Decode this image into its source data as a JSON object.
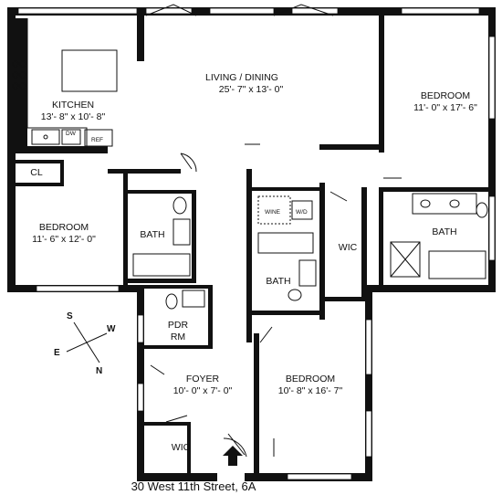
{
  "address": "30 West 11th Street, 6A",
  "rooms": {
    "living": {
      "name": "LIVING / DINING",
      "dims": "25'- 7\" x 13'- 0\""
    },
    "kitchen": {
      "name": "KITCHEN",
      "dims": "13'- 8\" x 10'- 8\""
    },
    "bedroom_ne": {
      "name": "BEDROOM",
      "dims": "11'- 0\" x 17'- 6\""
    },
    "bedroom_w": {
      "name": "BEDROOM",
      "dims": "11'- 6\" x 12'- 0\""
    },
    "bedroom_s": {
      "name": "BEDROOM",
      "dims": "10'- 8\" x 16'- 7\""
    },
    "foyer": {
      "name": "FOYER",
      "dims": "10'- 0\" x 7'- 0\""
    },
    "closet": {
      "name": "CL"
    },
    "bath_w": {
      "name": "BATH"
    },
    "bath_c": {
      "name": "BATH"
    },
    "bath_e": {
      "name": "BATH"
    },
    "wic_e": {
      "name": "WIC"
    },
    "wic_foyer": {
      "name": "WIC"
    },
    "pdr_line1": "PDR",
    "pdr_line2": "RM"
  },
  "fixtures": {
    "dw": "DW",
    "ref": "REF",
    "wine": "WINE",
    "wd": "W/D"
  },
  "compass": {
    "n": "N",
    "s": "S",
    "e": "E",
    "w": "W"
  },
  "icons": {
    "entry": "entry-arrow-icon",
    "compass": "compass-rose-icon"
  }
}
